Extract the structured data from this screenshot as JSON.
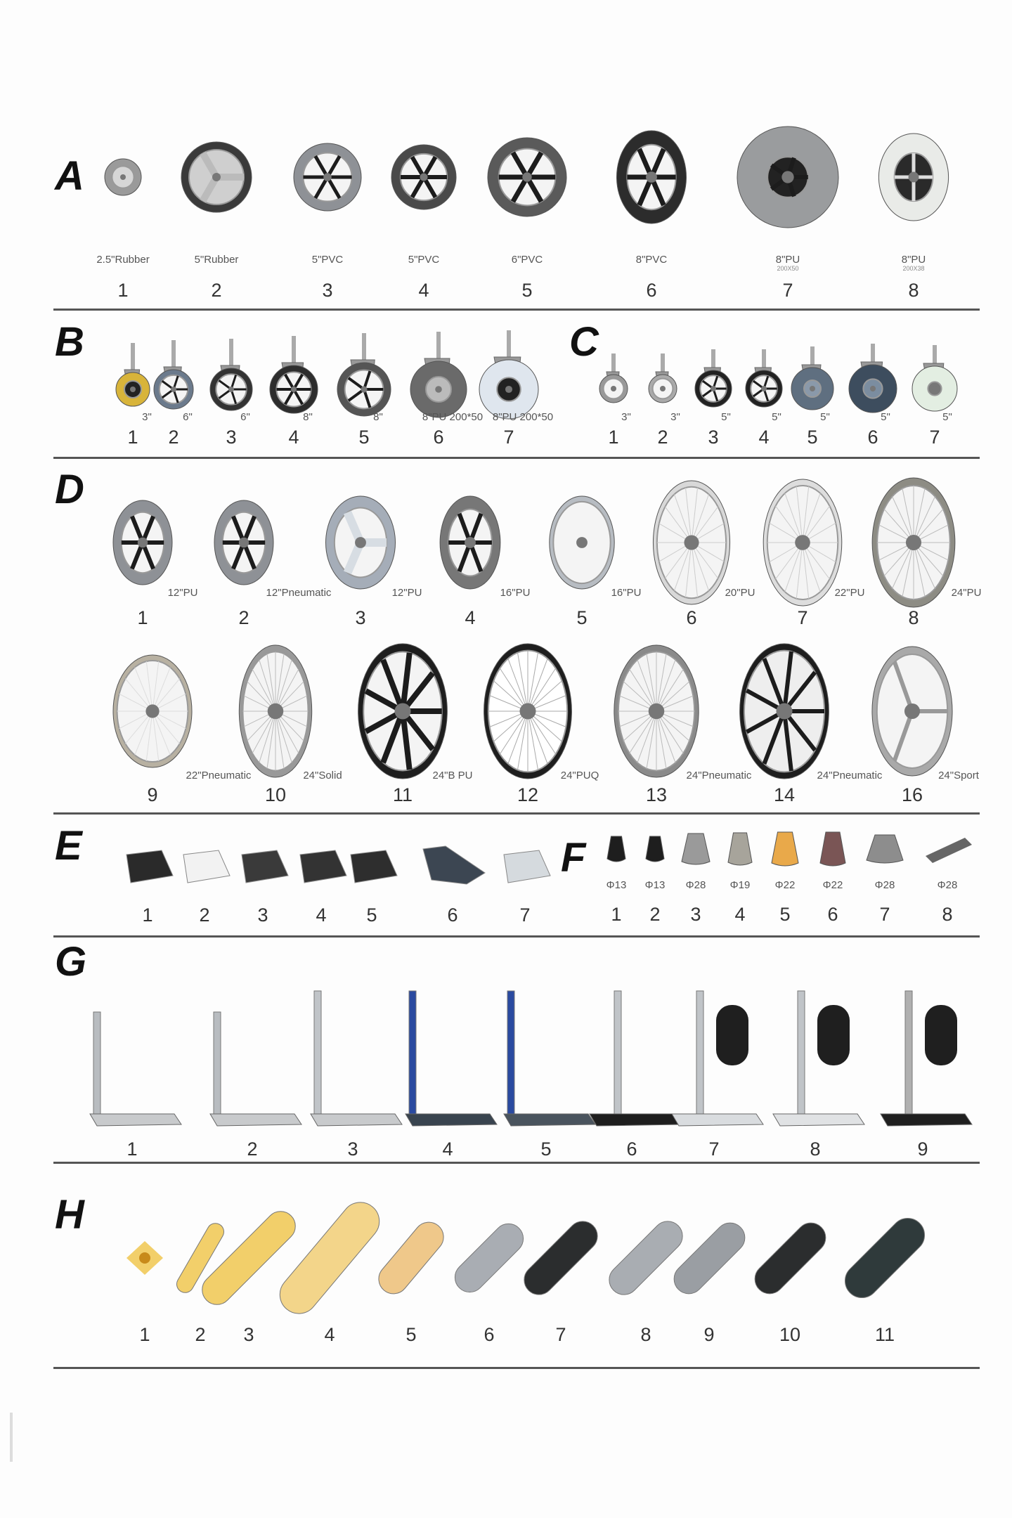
{
  "sections": {
    "A": {
      "letter": "A",
      "items": [
        {
          "num": "1",
          "label": "2.5\"Rubber"
        },
        {
          "num": "2",
          "label": "5\"Rubber"
        },
        {
          "num": "3",
          "label": "5\"PVC"
        },
        {
          "num": "4",
          "label": "5\"PVC"
        },
        {
          "num": "5",
          "label": "6\"PVC"
        },
        {
          "num": "6",
          "label": "8\"PVC"
        },
        {
          "num": "7",
          "label": "8\"PU",
          "sub": "200X50"
        },
        {
          "num": "8",
          "label": "8\"PU",
          "sub": "200X38"
        }
      ]
    },
    "B": {
      "letter": "B",
      "items": [
        {
          "num": "1",
          "label": "3\""
        },
        {
          "num": "2",
          "label": "6\""
        },
        {
          "num": "3",
          "label": "6\""
        },
        {
          "num": "4",
          "label": "8\""
        },
        {
          "num": "5",
          "label": "8\""
        },
        {
          "num": "6",
          "label": "8\"PU 200*50"
        },
        {
          "num": "7",
          "label": "8\"PU 200*50"
        }
      ]
    },
    "C": {
      "letter": "C",
      "items": [
        {
          "num": "1",
          "label": "3\""
        },
        {
          "num": "2",
          "label": "3\""
        },
        {
          "num": "3",
          "label": "5\""
        },
        {
          "num": "4",
          "label": "5\""
        },
        {
          "num": "5",
          "label": "5\""
        },
        {
          "num": "6",
          "label": "5\""
        },
        {
          "num": "7",
          "label": "5\""
        }
      ]
    },
    "D": {
      "letter": "D",
      "items": [
        {
          "num": "1",
          "label": "12\"PU"
        },
        {
          "num": "2",
          "label": "12\"Pneumatic"
        },
        {
          "num": "3",
          "label": "12\"PU"
        },
        {
          "num": "4",
          "label": "16\"PU"
        },
        {
          "num": "5",
          "label": "16\"PU"
        },
        {
          "num": "6",
          "label": "20\"PU"
        },
        {
          "num": "7",
          "label": "22\"PU"
        },
        {
          "num": "8",
          "label": "24\"PU"
        },
        {
          "num": "9",
          "label": "22\"Pneumatic"
        },
        {
          "num": "10",
          "label": "24\"Solid"
        },
        {
          "num": "11",
          "label": "24\"B PU"
        },
        {
          "num": "12",
          "label": "24\"PUQ"
        },
        {
          "num": "13",
          "label": "24\"Pneumatic"
        },
        {
          "num": "14",
          "label": "24\"Pneumatic"
        },
        {
          "num": "16",
          "label": "24\"Sport"
        }
      ]
    },
    "E": {
      "letter": "E",
      "items": [
        {
          "num": "1"
        },
        {
          "num": "2"
        },
        {
          "num": "3"
        },
        {
          "num": "4"
        },
        {
          "num": "5"
        },
        {
          "num": "6"
        },
        {
          "num": "7"
        }
      ]
    },
    "F": {
      "letter": "F",
      "items": [
        {
          "num": "1",
          "label": "Φ13"
        },
        {
          "num": "2",
          "label": "Φ13"
        },
        {
          "num": "3",
          "label": "Φ28"
        },
        {
          "num": "4",
          "label": "Φ19"
        },
        {
          "num": "5",
          "label": "Φ22"
        },
        {
          "num": "6",
          "label": "Φ22"
        },
        {
          "num": "7",
          "label": "Φ28"
        },
        {
          "num": "8",
          "label": "Φ28"
        }
      ]
    },
    "G": {
      "letter": "G",
      "items": [
        {
          "num": "1"
        },
        {
          "num": "2"
        },
        {
          "num": "3"
        },
        {
          "num": "4"
        },
        {
          "num": "5"
        },
        {
          "num": "6"
        },
        {
          "num": "7"
        },
        {
          "num": "8"
        },
        {
          "num": "9"
        }
      ]
    },
    "H": {
      "letter": "H",
      "items": [
        {
          "num": "1"
        },
        {
          "num": "2"
        },
        {
          "num": "3"
        },
        {
          "num": "4"
        },
        {
          "num": "5"
        },
        {
          "num": "6"
        },
        {
          "num": "7"
        },
        {
          "num": "8"
        },
        {
          "num": "9"
        },
        {
          "num": "10"
        },
        {
          "num": "11"
        }
      ]
    }
  },
  "colors": {
    "tire_gray": "#8e9196",
    "tire_black": "#2a2a2a",
    "hub_black": "#1c1c1c",
    "rim_silver": "#c9ccd0",
    "grip_yellow": "#f2cf6a",
    "grip_black": "#2b2d2e",
    "grip_gray": "#9fa3a8",
    "tip_orange": "#e9a94a",
    "tip_brown": "#7a5555"
  }
}
